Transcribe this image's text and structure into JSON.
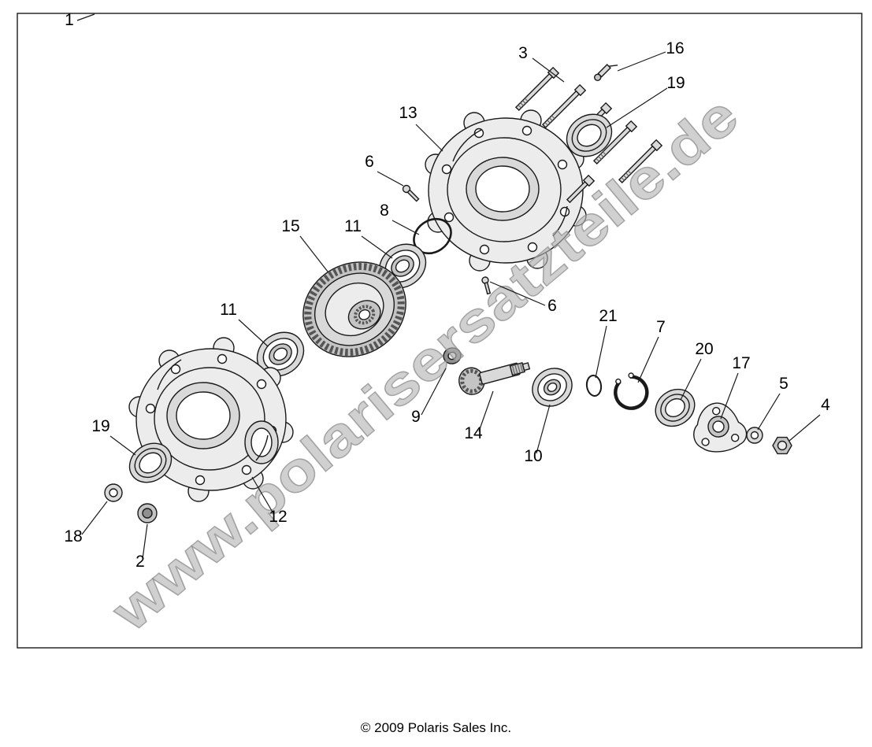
{
  "watermark": {
    "text": "www.polarisersatzteile.de"
  },
  "footer": {
    "copyright": "© 2009 Polaris Sales Inc."
  },
  "callouts": [
    {
      "label": "1"
    },
    {
      "label": "3"
    },
    {
      "label": "16"
    },
    {
      "label": "19"
    },
    {
      "label": "13"
    },
    {
      "label": "6"
    },
    {
      "label": "8"
    },
    {
      "label": "15"
    },
    {
      "label": "11"
    },
    {
      "label": "11"
    },
    {
      "label": "6"
    },
    {
      "label": "21"
    },
    {
      "label": "7"
    },
    {
      "label": "20"
    },
    {
      "label": "17"
    },
    {
      "label": "5"
    },
    {
      "label": "4"
    },
    {
      "label": "9"
    },
    {
      "label": "14"
    },
    {
      "label": "10"
    },
    {
      "label": "19"
    },
    {
      "label": "18"
    },
    {
      "label": "2"
    },
    {
      "label": "12"
    }
  ]
}
